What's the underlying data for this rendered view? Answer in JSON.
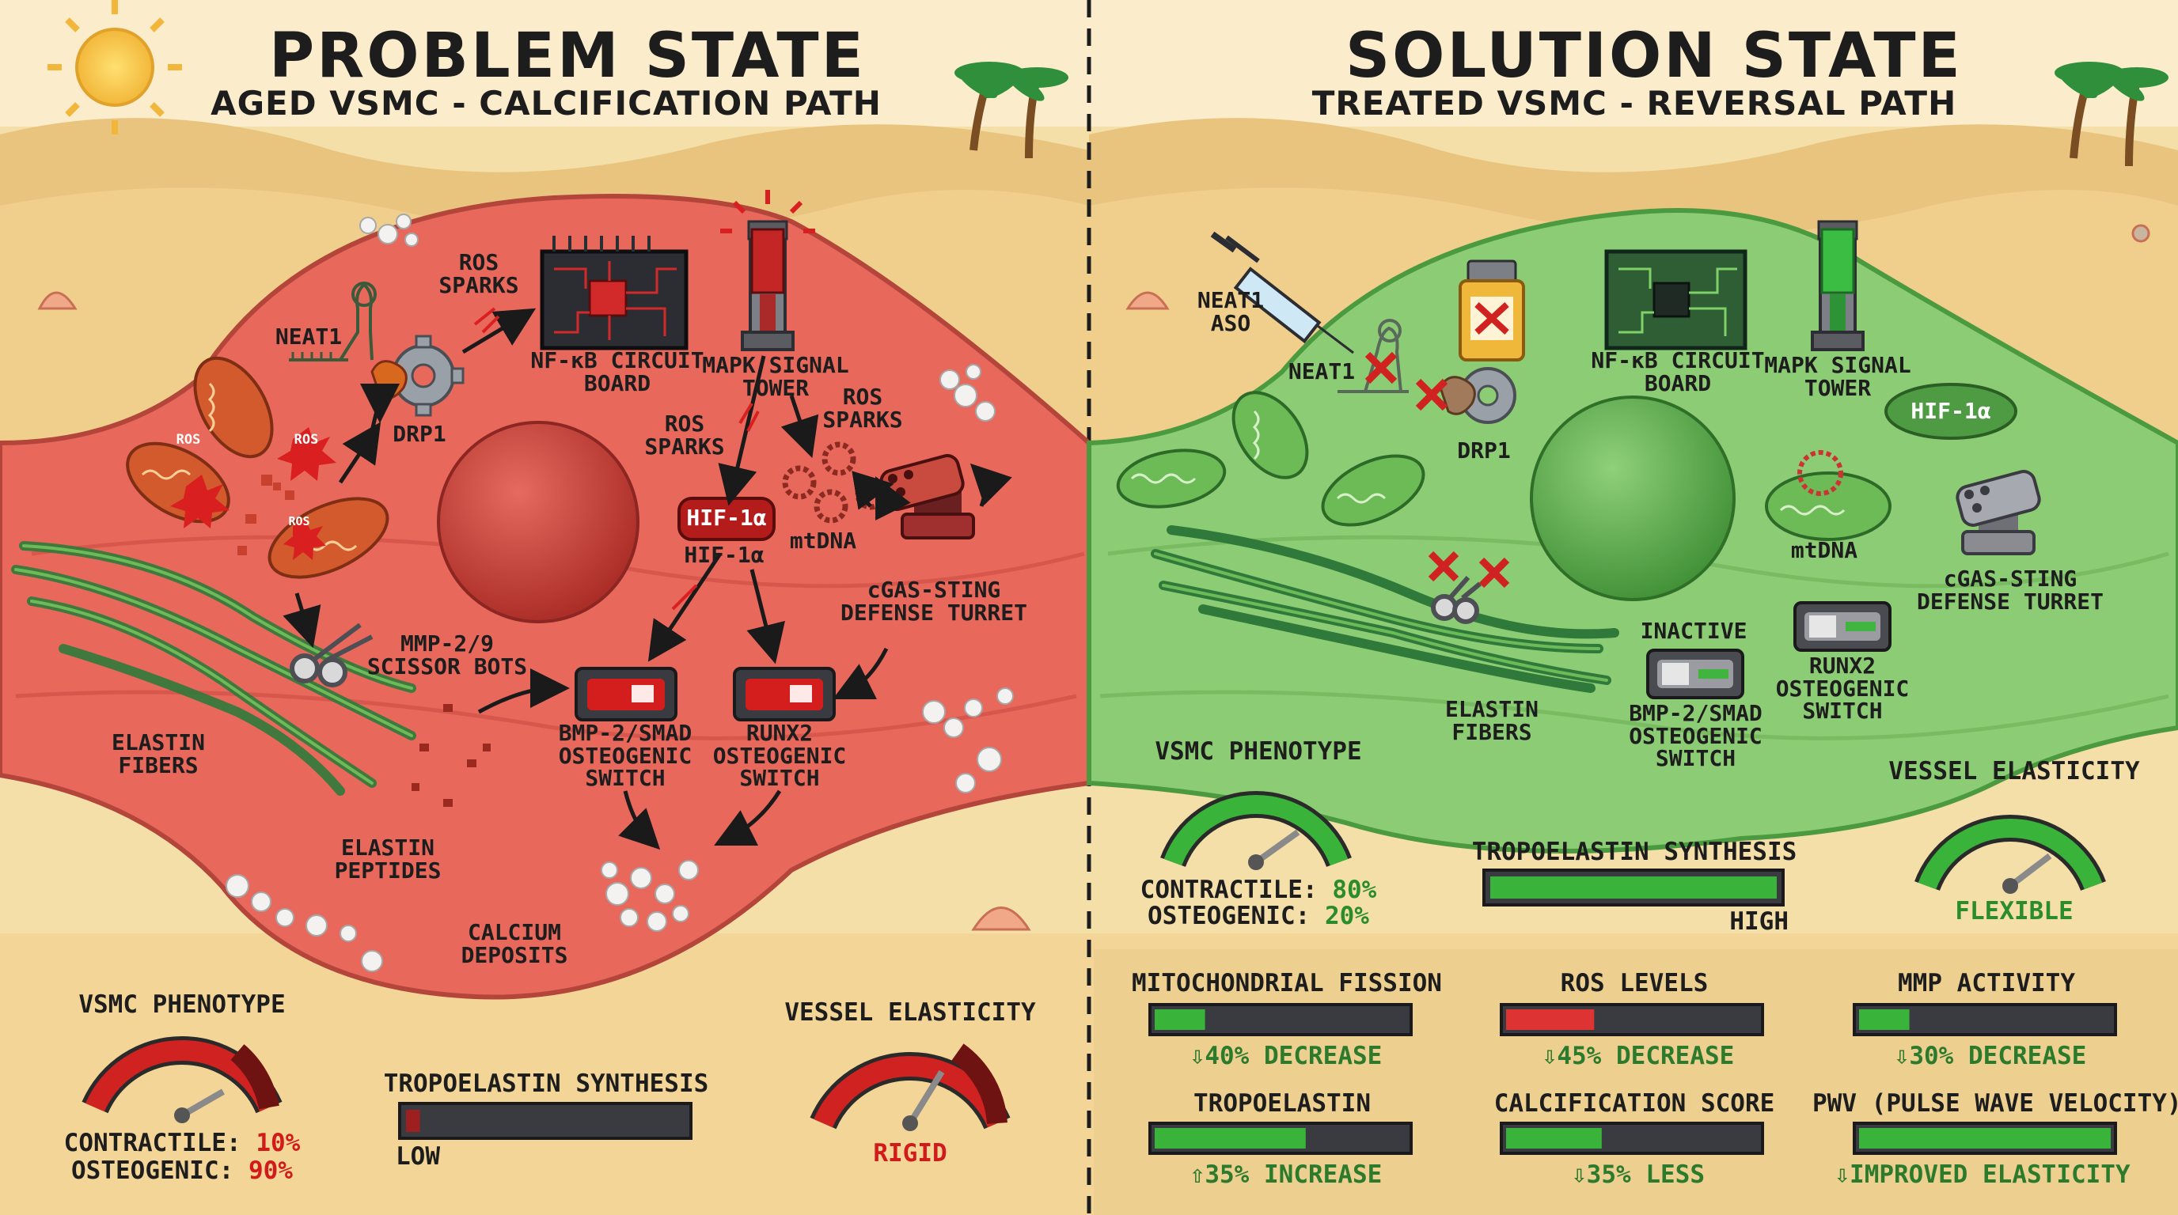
{
  "left_panel": {
    "title": "PROBLEM STATE",
    "subtitle": "AGED VSMC - CALCIFICATION PATH",
    "labels": {
      "neat1": "NEAT1",
      "ros_sparks_1": "ROS\nSPARKS",
      "nfkb": "NF-κB CIRCUIT\nBOARD",
      "mapk": "MAPK SIGNAL\nTOWER",
      "ros_sparks_2": "ROS\nSPARKS",
      "ros_sparks_3": "ROS\nSPARKS",
      "drp1": "DRP1",
      "hif_badge": "HIF-1α",
      "hif": "HIF-1α",
      "mtdna": "mtDNA",
      "cgas": "cGAS-STING\nDEFENSE TURRET",
      "mmp": "MMP-2/9\nSCISSOR BOTS",
      "elastin_fibers": "ELASTIN\nFIBERS",
      "bmp2": "BMP-2/SMAD\nOSTEOGENIC\nSWITCH",
      "runx2": "RUNX2\nOSTEOGENIC\nSWITCH",
      "elastin_peptides": "ELASTIN\nPEPTIDES",
      "calcium": "CALCIUM\nDEPOSITS",
      "ros_tag": "ROS"
    },
    "phenotype": {
      "title": "VSMC PHENOTYPE",
      "contractile_label": "CONTRACTILE:",
      "contractile_value": "10%",
      "osteogenic_label": "OSTEOGENIC:",
      "osteogenic_value": "90%",
      "contractile_fraction": 0.1
    },
    "tropoelastin": {
      "title": "TROPOELASTIN SYNTHESIS",
      "level_text": "LOW",
      "fill": 0.05
    },
    "elasticity": {
      "title": "VESSEL ELASTICITY",
      "state": "RIGID",
      "fraction": 0.85
    }
  },
  "right_panel": {
    "title": "SOLUTION STATE",
    "subtitle": "TREATED VSMC - REVERSAL PATH",
    "labels": {
      "neat1_aso": "NEAT1\nASO",
      "neat1": "NEAT1",
      "drp1": "DRP1",
      "nfkb": "NF-κB CIRCUIT\nBOARD",
      "mapk": "MAPK SIGNAL\nTOWER",
      "hif_badge": "HIF-1α",
      "mtdna": "mtDNA",
      "cgas": "cGAS-STING\nDEFENSE TURRET",
      "inactive": "INACTIVE",
      "bmp2": "BMP-2/SMAD\nOSTEOGENIC\nSWITCH",
      "runx2": "RUNX2\nOSTEOGENIC\nSWITCH",
      "elastin_fibers": "ELASTIN\nFIBERS"
    },
    "phenotype": {
      "title": "VSMC PHENOTYPE",
      "contractile_label": "CONTRACTILE:",
      "contractile_value": "80%",
      "osteogenic_label": "OSTEOGENIC:",
      "osteogenic_value": "20%",
      "contractile_fraction": 0.8
    },
    "tropoelastin": {
      "title": "TROPOELASTIN SYNTHESIS",
      "level_text": "HIGH",
      "fill": 1.0
    },
    "elasticity": {
      "title": "VESSEL ELASTICITY",
      "state": "FLEXIBLE",
      "fraction": 0.62
    },
    "metrics": [
      {
        "title": "MITOCHONDRIAL FISSION",
        "result": "40% DECREASE",
        "direction": "down",
        "fill": 0.2,
        "color": "#39b339"
      },
      {
        "title": "ROS LEVELS",
        "result": "45% DECREASE",
        "direction": "down",
        "fill": 0.35,
        "color": "#dd3333"
      },
      {
        "title": "MMP ACTIVITY",
        "result": "30% DECREASE",
        "direction": "down",
        "fill": 0.2,
        "color": "#39b339"
      },
      {
        "title": "TROPOELASTIN",
        "result": "35% INCREASE",
        "direction": "up",
        "fill": 0.6,
        "color": "#39b339"
      },
      {
        "title": "CALCIFICATION SCORE",
        "result": "35% LESS",
        "direction": "down",
        "fill": 0.38,
        "color": "#39b339"
      },
      {
        "title": "PWV (PULSE WAVE VELOCITY)",
        "result": "IMPROVED ELASTICITY",
        "direction": "down",
        "fill": 1.0,
        "color": "#39b339"
      }
    ]
  },
  "colors": {
    "sand": "#f2d79a",
    "dune": "#e9bf72",
    "cell_red": "#e8685c",
    "cell_red_dark": "#b83a33",
    "cell_green": "#8ccc74",
    "cell_green_dark": "#4b9a40",
    "bar_red": "#d12222",
    "bar_green": "#39b339"
  }
}
